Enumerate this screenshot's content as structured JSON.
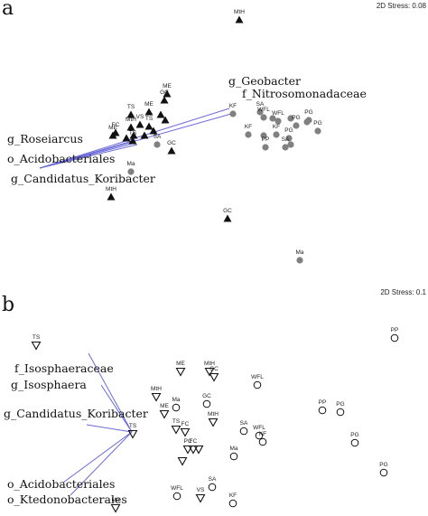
{
  "chart_data": [
    {
      "type": "scatter",
      "panel": "a",
      "stress_text": "2D Stress: 0.08",
      "xlim": [
        0,
        460
      ],
      "ylim": [
        0,
        290
      ],
      "series": [
        {
          "name": "",
          "marker": "filled-triangle",
          "color": "#111111",
          "points": [
            {
              "label": "MtH",
              "x": 265,
              "y": 22
            },
            {
              "label": "ME",
              "x": 185,
              "y": 104
            },
            {
              "label": "GC",
              "x": 182,
              "y": 111
            },
            {
              "label": "TS",
              "x": 145,
              "y": 127
            },
            {
              "label": "ME",
              "x": 165,
              "y": 124
            },
            {
              "label": "",
              "x": 178,
              "y": 127
            },
            {
              "label": "",
              "x": 183,
              "y": 133
            },
            {
              "label": "FC",
              "x": 128,
              "y": 147
            },
            {
              "label": "MtH",
              "x": 145,
              "y": 141
            },
            {
              "label": "VS",
              "x": 155,
              "y": 138
            },
            {
              "label": "TS",
              "x": 165,
              "y": 140
            },
            {
              "label": "",
              "x": 170,
              "y": 145
            },
            {
              "label": "ME",
              "x": 125,
              "y": 150
            },
            {
              "label": "",
              "x": 140,
              "y": 153
            },
            {
              "label": "",
              "x": 148,
              "y": 150
            },
            {
              "label": "",
              "x": 160,
              "y": 150
            },
            {
              "label": "TS",
              "x": 147,
              "y": 156
            },
            {
              "label": "GC",
              "x": 190,
              "y": 167
            },
            {
              "label": "MtH",
              "x": 123,
              "y": 218
            },
            {
              "label": "GC",
              "x": 252,
              "y": 242
            }
          ]
        },
        {
          "name": "",
          "marker": "filled-circle",
          "color": "#808080",
          "points": [
            {
              "label": "KF",
              "x": 258,
              "y": 126
            },
            {
              "label": "SA",
              "x": 288,
              "y": 124
            },
            {
              "label": "WFL",
              "x": 292,
              "y": 130
            },
            {
              "label": "",
              "x": 302,
              "y": 131
            },
            {
              "label": "WFL",
              "x": 308,
              "y": 134
            },
            {
              "label": "",
              "x": 322,
              "y": 131
            },
            {
              "label": "PG",
              "x": 328,
              "y": 139
            },
            {
              "label": "PG",
              "x": 342,
              "y": 133
            },
            {
              "label": "",
              "x": 340,
              "y": 135
            },
            {
              "label": "PG",
              "x": 352,
              "y": 145
            },
            {
              "label": "KF",
              "x": 275,
              "y": 149
            },
            {
              "label": "KF",
              "x": 306,
              "y": 149
            },
            {
              "label": "",
              "x": 292,
              "y": 150
            },
            {
              "label": "PG",
              "x": 320,
              "y": 153
            },
            {
              "label": "PP",
              "x": 294,
              "y": 163
            },
            {
              "label": "SA",
              "x": 316,
              "y": 163
            },
            {
              "label": "",
              "x": 322,
              "y": 160
            },
            {
              "label": "SA",
              "x": 174,
              "y": 160
            },
            {
              "label": "Ma",
              "x": 145,
              "y": 190
            },
            {
              "label": "Ma",
              "x": 332,
              "y": 288
            }
          ]
        }
      ],
      "vectors": [
        {
          "label": "g_Geobacter"
        },
        {
          "label": "f_Nitrosomonadaceae"
        },
        {
          "label": "g_Roseiarcus"
        },
        {
          "label": "o_Acidobacteriales"
        },
        {
          "label": "g_Candidatus_Koribacter"
        }
      ]
    },
    {
      "type": "scatter",
      "panel": "b",
      "stress_text": "2D Stress: 0.1",
      "xlim": [
        0,
        460
      ],
      "ylim": [
        330,
        571
      ],
      "series": [
        {
          "name": "",
          "marker": "open-triangle-down",
          "color": "#111111",
          "points": [
            {
              "label": "TS",
              "x": 40,
              "y": 382
            },
            {
              "label": "ME",
              "x": 200,
              "y": 411
            },
            {
              "label": "MtH",
              "x": 232,
              "y": 411
            },
            {
              "label": "GC",
              "x": 237,
              "y": 417
            },
            {
              "label": "MtH",
              "x": 173,
              "y": 439
            },
            {
              "label": "ME",
              "x": 182,
              "y": 458
            },
            {
              "label": "TS",
              "x": 195,
              "y": 475
            },
            {
              "label": "FC",
              "x": 205,
              "y": 478
            },
            {
              "label": "MtH",
              "x": 236,
              "y": 467
            },
            {
              "label": "TS",
              "x": 147,
              "y": 480
            },
            {
              "label": "PC",
              "x": 208,
              "y": 497
            },
            {
              "label": "FC",
              "x": 214,
              "y": 497
            },
            {
              "label": "",
              "x": 220,
              "y": 497
            },
            {
              "label": "",
              "x": 202,
              "y": 510
            },
            {
              "label": "VS",
              "x": 222,
              "y": 551
            },
            {
              "label": "Ma",
              "x": 128,
              "y": 562
            }
          ]
        },
        {
          "name": "",
          "marker": "open-circle",
          "color": "#111111",
          "points": [
            {
              "label": "PP",
              "x": 437,
              "y": 374
            },
            {
              "label": "WFL",
              "x": 285,
              "y": 426
            },
            {
              "label": "Ma",
              "x": 195,
              "y": 451
            },
            {
              "label": "GC",
              "x": 229,
              "y": 447
            },
            {
              "label": "PP",
              "x": 357,
              "y": 454
            },
            {
              "label": "PG",
              "x": 377,
              "y": 456
            },
            {
              "label": "SA",
              "x": 270,
              "y": 477
            },
            {
              "label": "WFL",
              "x": 287,
              "y": 482
            },
            {
              "label": "KF",
              "x": 291,
              "y": 489
            },
            {
              "label": "PG",
              "x": 393,
              "y": 490
            },
            {
              "label": "Ma",
              "x": 259,
              "y": 505
            },
            {
              "label": "PG",
              "x": 425,
              "y": 523
            },
            {
              "label": "SA",
              "x": 235,
              "y": 539
            },
            {
              "label": "WFL",
              "x": 196,
              "y": 549
            },
            {
              "label": "KF",
              "x": 258,
              "y": 557
            }
          ]
        }
      ],
      "vectors": [
        {
          "label": "f_Isosphaeraceae"
        },
        {
          "label": "g_Isosphaera"
        },
        {
          "label": "g_Candidatus_Koribacter"
        },
        {
          "label": "o_Acidobacteriales"
        },
        {
          "label": "o_Ktedonobacterales"
        }
      ]
    }
  ]
}
